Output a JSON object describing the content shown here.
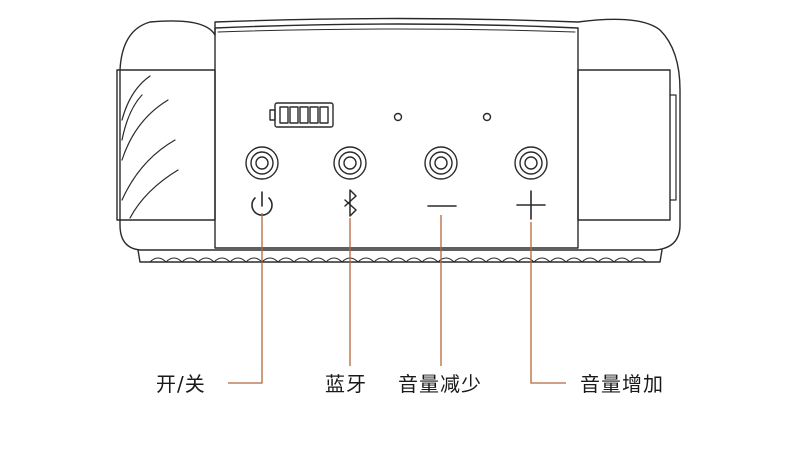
{
  "labels": {
    "power": "开/关",
    "bluetooth": "蓝牙",
    "volume_down": "音量减少",
    "volume_up": "音量增加"
  },
  "battery_level_segments": 5,
  "colors": {
    "outline": "#2a2a2a",
    "leader_line": "#b5673a",
    "background": "#ffffff"
  },
  "icons": [
    "power-icon",
    "bluetooth-icon",
    "minus-icon",
    "plus-icon",
    "battery-icon"
  ]
}
